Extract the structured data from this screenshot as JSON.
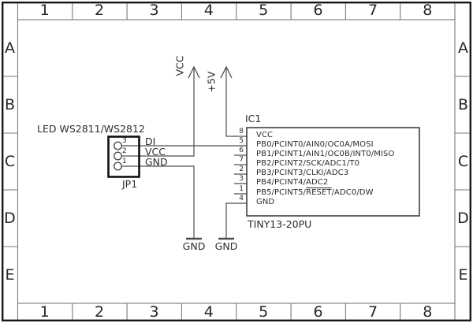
{
  "frame": {
    "columns": [
      "1",
      "2",
      "3",
      "4",
      "5",
      "6",
      "7",
      "8"
    ],
    "rows": [
      "A",
      "B",
      "C",
      "D",
      "E"
    ]
  },
  "schematic": {
    "connector": {
      "label": "LED WS2811/WS2812",
      "designator": "JP1",
      "pin_numbers": [
        "3",
        "2",
        "1"
      ],
      "net_labels": [
        "DI",
        "VCC",
        "GND"
      ]
    },
    "power": {
      "vcc": "VCC",
      "plus5v": "+5V",
      "gnd_left": "GND",
      "gnd_right": "GND"
    },
    "ic": {
      "designator": "IC1",
      "part": "TINY13-20PU",
      "pins": [
        {
          "number": "8",
          "name": "VCC"
        },
        {
          "number": "5",
          "name": "PB0/PCINT0/AIN0/OC0A/MOSI"
        },
        {
          "number": "6",
          "name": "PB1/PCINT1/AIN1/OC0B/INT0/MISO"
        },
        {
          "number": "7",
          "name": "PB2/PCINT2/SCK/ADC1/T0"
        },
        {
          "number": "2",
          "name": "PB3/PCINT3/CLKI/ADC3"
        },
        {
          "number": "3",
          "name": "PB4/PCINT4/ADC2"
        },
        {
          "number": "1",
          "name_pre": "PB5/PCINT5/",
          "name_overline": "RESET",
          "name_post": "/ADC0/DW"
        },
        {
          "number": "4",
          "name": "GND"
        }
      ]
    }
  },
  "colors": {
    "background": "#ffffff",
    "wire": "#4d4d4d",
    "component_outline": "#141414",
    "frame_line": "#7a7a7a",
    "text": "#2d2d2d"
  }
}
